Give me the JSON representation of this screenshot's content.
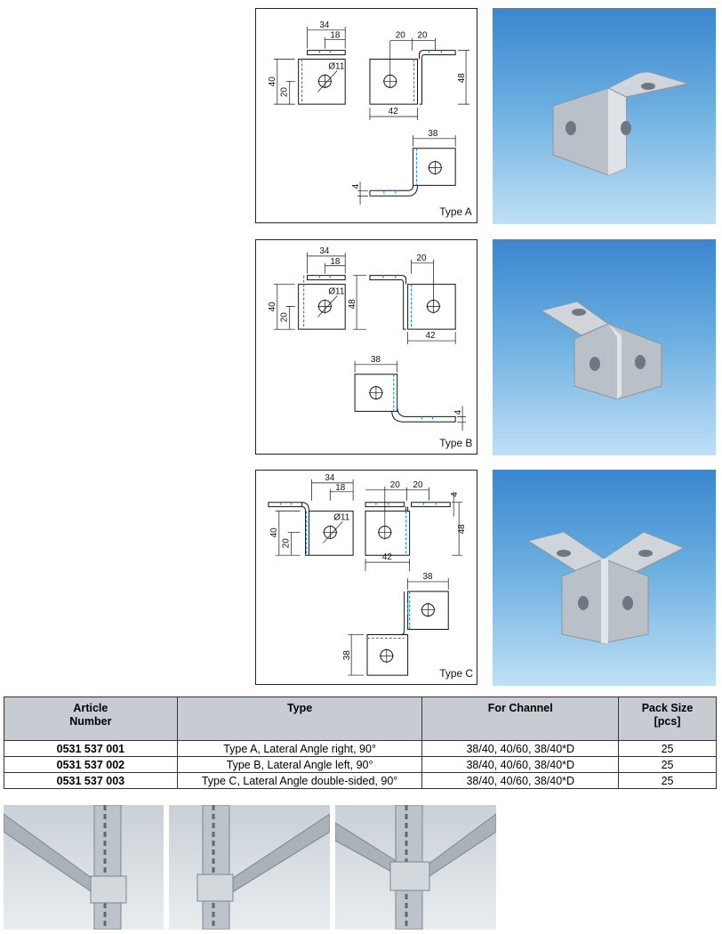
{
  "drawings": [
    {
      "label": "Type A",
      "dims": {
        "w34": "34",
        "w18": "18",
        "hole": "Ø11",
        "h40": "40",
        "h20": "20",
        "a20": "20",
        "b20": "20",
        "h48": "48",
        "w42": "42",
        "w38": "38",
        "t4": "4"
      }
    },
    {
      "label": "Type B",
      "dims": {
        "w34": "34",
        "w18": "18",
        "hole": "Ø11",
        "h40": "40",
        "h20": "20",
        "a20": "20",
        "h48": "48",
        "w42": "42",
        "w38": "38",
        "t4": "4"
      }
    },
    {
      "label": "Type C",
      "dims": {
        "w34": "34",
        "w18": "18",
        "hole": "Ø11",
        "h40": "40",
        "h20": "20",
        "a20": "20",
        "b20": "20",
        "t4": "4",
        "h48": "48",
        "w42": "42",
        "w38": "38",
        "h38": "38"
      }
    }
  ],
  "table": {
    "headers": {
      "article": "Article",
      "article2": "Number",
      "type": "Type",
      "channel": "For Channel",
      "pack": "Pack Size",
      "pack2": "[pcs]"
    },
    "rows": [
      {
        "article": "0531 537 001",
        "type": "Type A, Lateral Angle right, 90°",
        "channel": "38/40, 40/60, 38/40*D",
        "pack": "25"
      },
      {
        "article": "0531 537 002",
        "type": "Type B, Lateral Angle left, 90°",
        "channel": "38/40, 40/60, 38/40*D",
        "pack": "25"
      },
      {
        "article": "0531 537 003",
        "type": "Type C, Lateral Angle double-sided, 90°",
        "channel": "38/40, 40/60, 38/40*D",
        "pack": "25"
      }
    ]
  }
}
